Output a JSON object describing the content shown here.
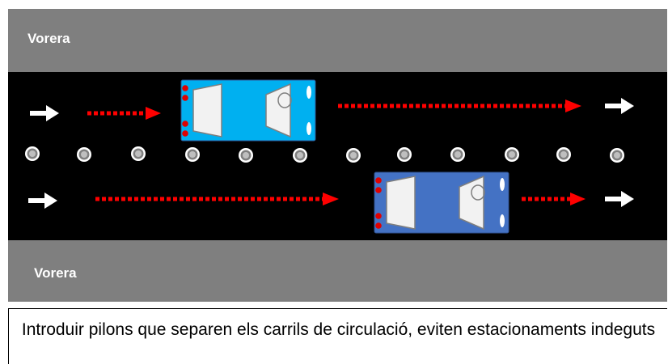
{
  "sidewalk_top": {
    "label": "Vorera"
  },
  "sidewalk_bottom": {
    "label": "Vorera"
  },
  "caption": "Introduir pilons que separen els carrils de circulació, eviten estacionaments indeguts",
  "colors": {
    "road": "#000000",
    "sidewalk": "#7f7f7f",
    "car_top": "#00b0f0",
    "car_bottom": "#4472c4",
    "arrow_dotted": "#ff0000",
    "arrow_solid": "#ffffff",
    "bollard": "#bfbfbf"
  },
  "icons": {
    "lane_arrow": "white-right-arrow-icon",
    "motion_arrow": "red-dotted-arrow-icon",
    "car": "car-top-view-icon",
    "bollard": "bollard-icon"
  },
  "bollard_count": 12
}
